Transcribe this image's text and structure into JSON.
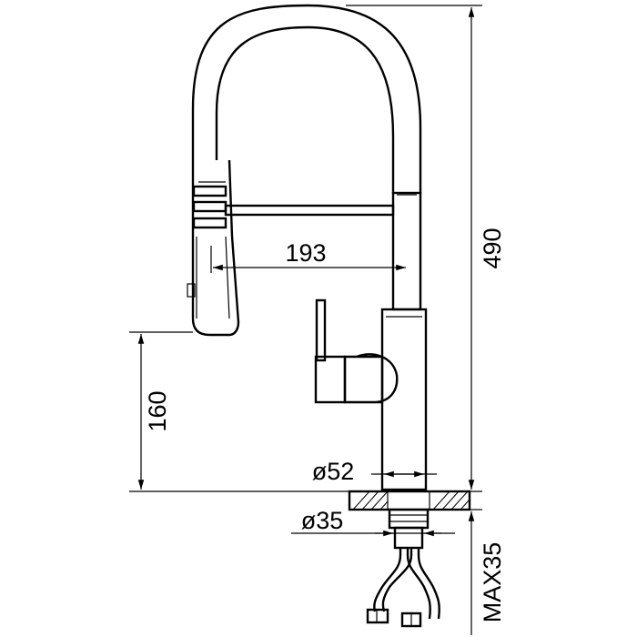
{
  "dimensions": {
    "spout_reach": "193",
    "total_height": "490",
    "spout_height": "160",
    "base_diameter": "ø52",
    "shank_diameter": "ø35",
    "max_counter": "MAX35"
  },
  "colors": {
    "line": "#000000",
    "background": "#ffffff"
  }
}
